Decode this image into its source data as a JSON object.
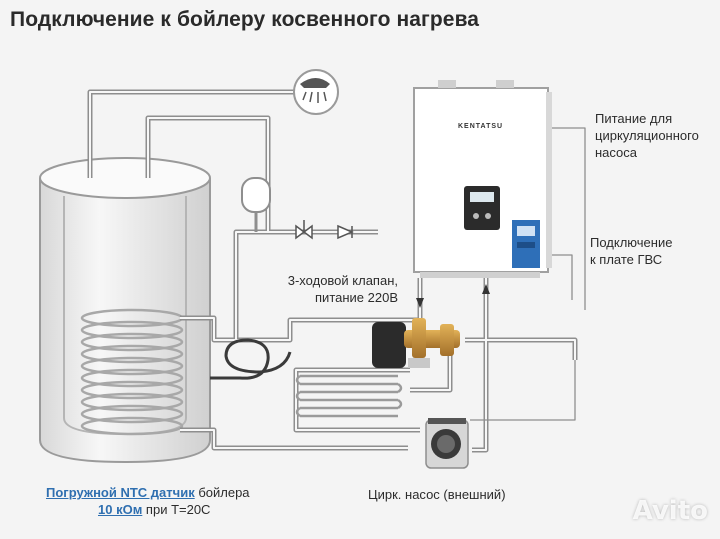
{
  "title": "Подключение к бойлеру косвенного нагрева",
  "boiler_brand": "KENTATSU",
  "labels": {
    "pump_power": [
      "Питание для",
      "циркуляционного",
      "насоса"
    ],
    "dhw_board": [
      "Подключение",
      "к плате ГВС"
    ],
    "valve": [
      "3-ходовой клапан,",
      "питание 220В"
    ],
    "external_pump": "Цирк. насос (внешний)"
  },
  "sensor_note": {
    "link1": "Погружной NTC датчик",
    "text1": " бойлера",
    "link2": "10 кОм",
    "text2": " при T=20C"
  },
  "watermark": "Avito",
  "colors": {
    "pipe": "#8a8a8a",
    "coil": "#9a9a9a",
    "link": "#2f6fb0",
    "panel": "#2e6fb8"
  }
}
